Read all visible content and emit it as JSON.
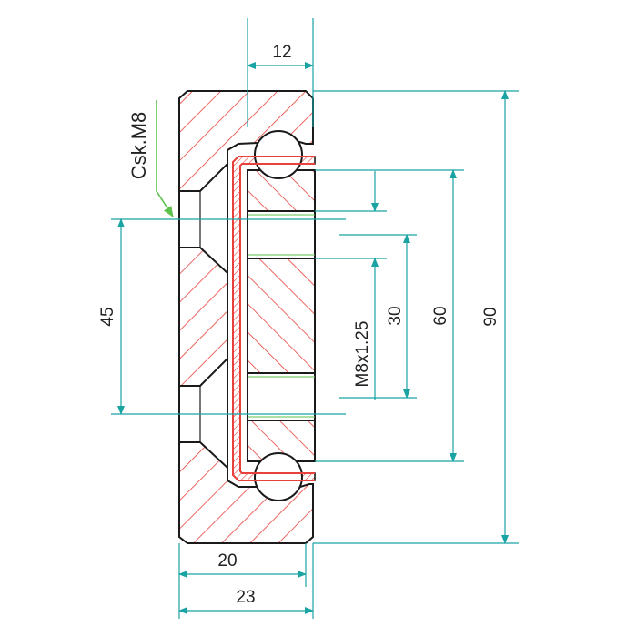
{
  "colors": {
    "dimension": "#1aa3a3",
    "hatch": "#e8403a",
    "outline": "#1a1a1a",
    "leader": "#5cc24a",
    "text": "#222222"
  },
  "labels": {
    "countersink": "Csk.M8",
    "top_width": "12",
    "hole_pitch": "45",
    "thread": "M8x1.25",
    "inner_span": "30",
    "middle_span": "60",
    "overall_height": "90",
    "base_width": "20",
    "overall_width": "23"
  }
}
